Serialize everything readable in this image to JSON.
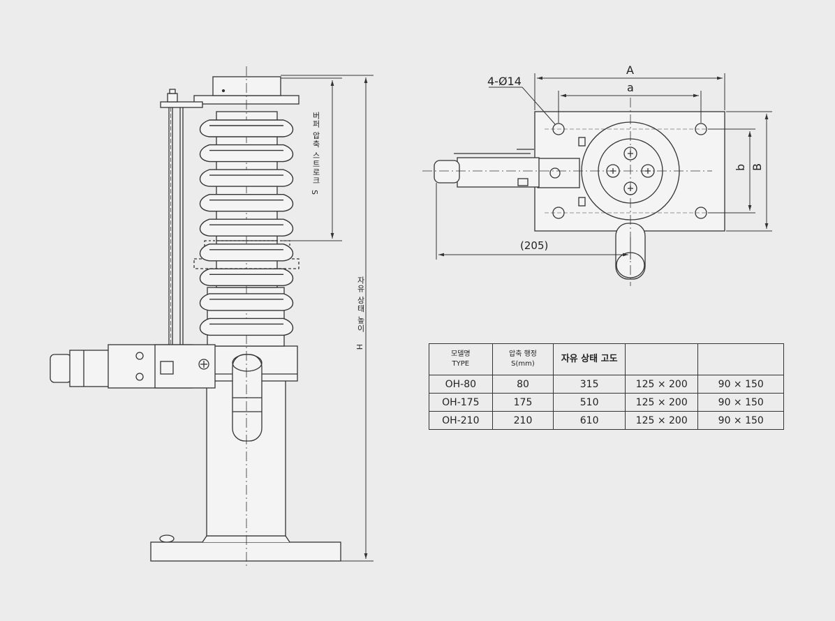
{
  "side_view": {
    "stroke_label": [
      "버퍼 압축 스트로크",
      "S"
    ],
    "height_label": [
      "자유 상태 높이",
      "H"
    ]
  },
  "top_view": {
    "hole_label": "4-Ø14",
    "dim_A": "A",
    "dim_a": "a",
    "dim_B": "B",
    "dim_b": "b",
    "dim_205": "(205)"
  },
  "spec_table": {
    "headers": [
      {
        "line1": "모델명",
        "line2": "TYPE"
      },
      {
        "line1": "압축 행정",
        "line2": "S(mm)"
      },
      {
        "line1": "자유 상태 고도",
        "line2": ""
      },
      {
        "line1": "",
        "line2": ""
      },
      {
        "line1": "",
        "line2": ""
      }
    ],
    "rows": [
      [
        "OH-80",
        "80",
        "315",
        "125 × 200",
        "90 × 150"
      ],
      [
        "OH-175",
        "175",
        "510",
        "125 × 200",
        "90 × 150"
      ],
      [
        "OH-210",
        "210",
        "610",
        "125 × 200",
        "90 × 150"
      ]
    ]
  }
}
